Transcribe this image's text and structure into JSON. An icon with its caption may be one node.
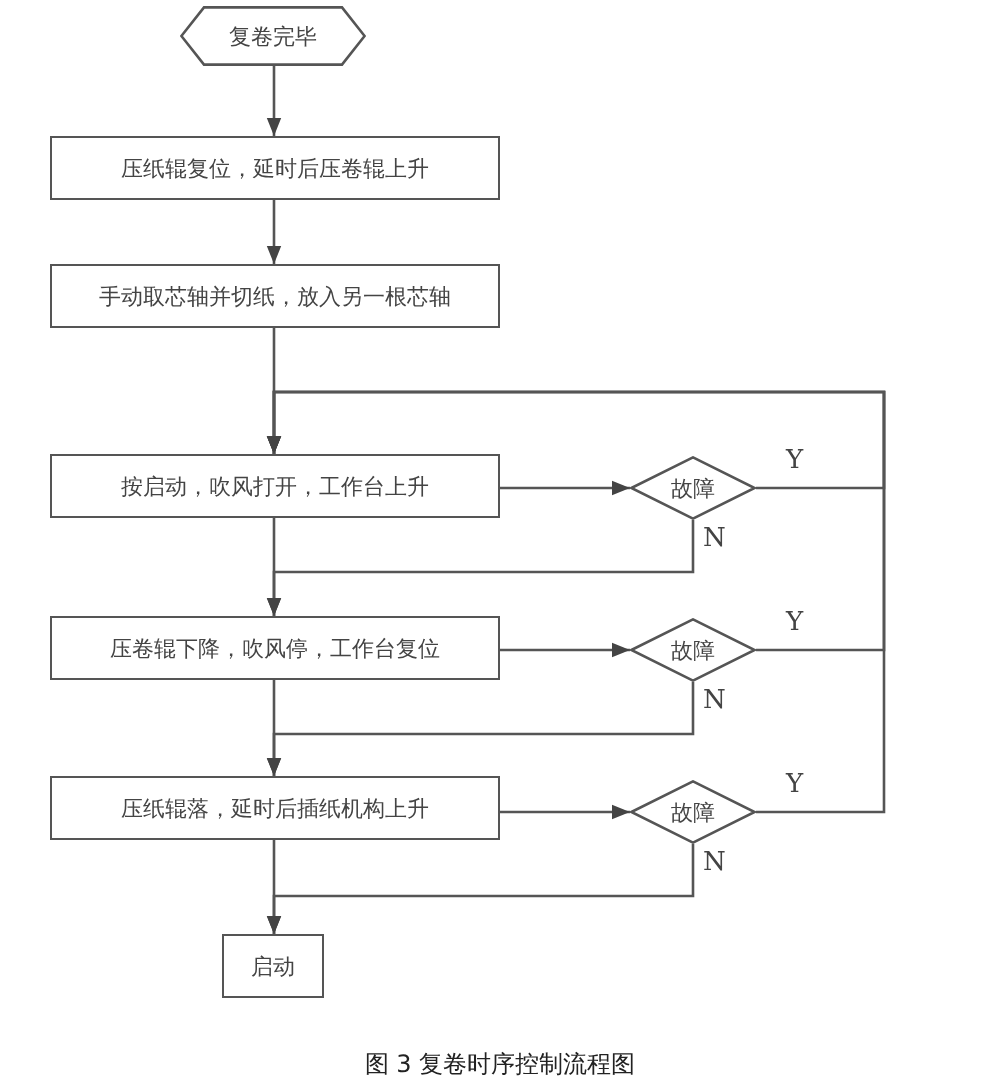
{
  "diagram": {
    "caption": "图 3 复卷时序控制流程图",
    "nodes": [
      {
        "text": [
          "复卷完毕"
        ]
      },
      {
        "text": [
          "压纸辊复位，延时后压卷辊上升"
        ]
      },
      {
        "text": [
          "手动取芯轴并切纸，放入另一根芯轴"
        ]
      },
      {
        "text": [
          "按启动，吹风打开，工作台上升"
        ]
      },
      {
        "text": [
          "故障"
        ]
      },
      {
        "text": [
          "压卷辊下降，吹风停，工作台复位"
        ]
      },
      {
        "text": [
          "故障"
        ]
      },
      {
        "text": [
          "压纸辊落，延时后插纸机构上升"
        ]
      },
      {
        "text": [
          "故障"
        ]
      },
      {
        "text": [
          "启动"
        ]
      }
    ],
    "edges": [
      {
        "from": 0,
        "to": 1,
        "arrow": "to"
      },
      {
        "from": 1,
        "to": 2,
        "arrow": "to"
      },
      {
        "from": 2,
        "to": 3,
        "arrow": "to"
      },
      {
        "from": 3,
        "to": 4,
        "arrow": "to"
      },
      {
        "from": 4,
        "to": 3,
        "arrow": "to",
        "label": "Y"
      },
      {
        "from": 4,
        "to": 5,
        "arrow": "to",
        "label": "N"
      },
      {
        "from": 3,
        "to": 5,
        "arrow": "to"
      },
      {
        "from": 5,
        "to": 6,
        "arrow": "to"
      },
      {
        "from": 6,
        "to": 3,
        "arrow": "to",
        "label": "Y"
      },
      {
        "from": 6,
        "to": 7,
        "arrow": "to",
        "label": "N"
      },
      {
        "from": 5,
        "to": 7,
        "arrow": "to"
      },
      {
        "from": 7,
        "to": 8,
        "arrow": "to"
      },
      {
        "from": 8,
        "to": 3,
        "arrow": "to",
        "label": "Y"
      },
      {
        "from": 8,
        "to": 9,
        "arrow": "to",
        "label": "N"
      },
      {
        "from": 7,
        "to": 9,
        "arrow": "to"
      }
    ]
  }
}
